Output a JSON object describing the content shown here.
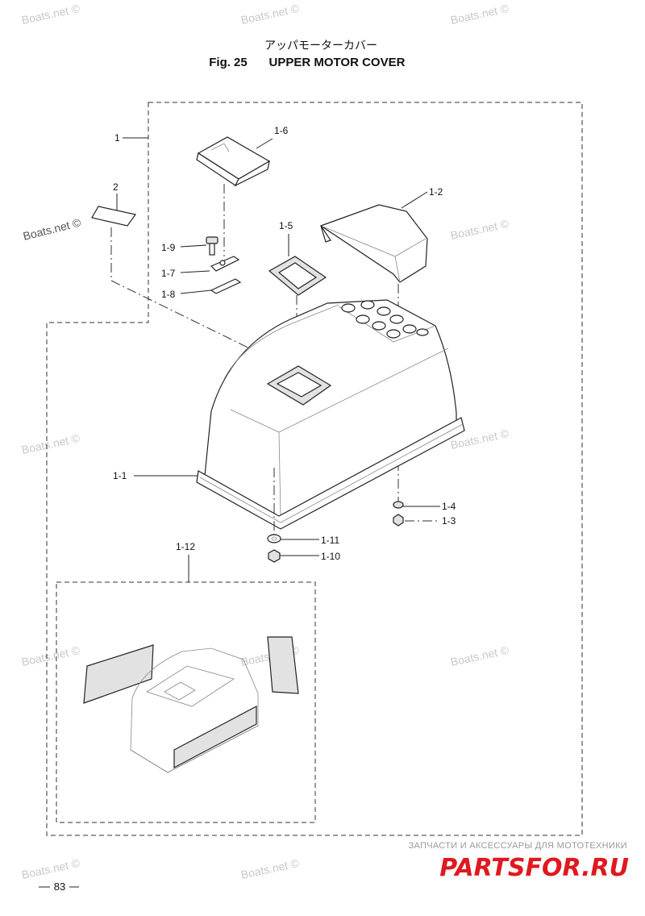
{
  "title": {
    "japanese": "アッパモーターカバー",
    "figure": "Fig. 25",
    "name": "UPPER MOTOR COVER"
  },
  "callouts": {
    "c1": "1",
    "c2": "2",
    "c1_1": "1-1",
    "c1_2": "1-2",
    "c1_3": "1-3",
    "c1_4": "1-4",
    "c1_5": "1-5",
    "c1_6": "1-6",
    "c1_7": "1-7",
    "c1_8": "1-8",
    "c1_9": "1-9",
    "c1_10": "1-10",
    "c1_11": "1-11",
    "c1_12": "1-12"
  },
  "watermark": "Boats.net ©",
  "banner": {
    "subtitle": "ЗАПЧАСТИ И АКСЕССУАРЫ ДЛЯ МОТОТЕХНИКИ",
    "brand": "PARTSFOR.RU"
  },
  "page_number": "83",
  "colors": {
    "brand_red": "#e0181f",
    "watermark_gray": "#c8c8c8"
  }
}
